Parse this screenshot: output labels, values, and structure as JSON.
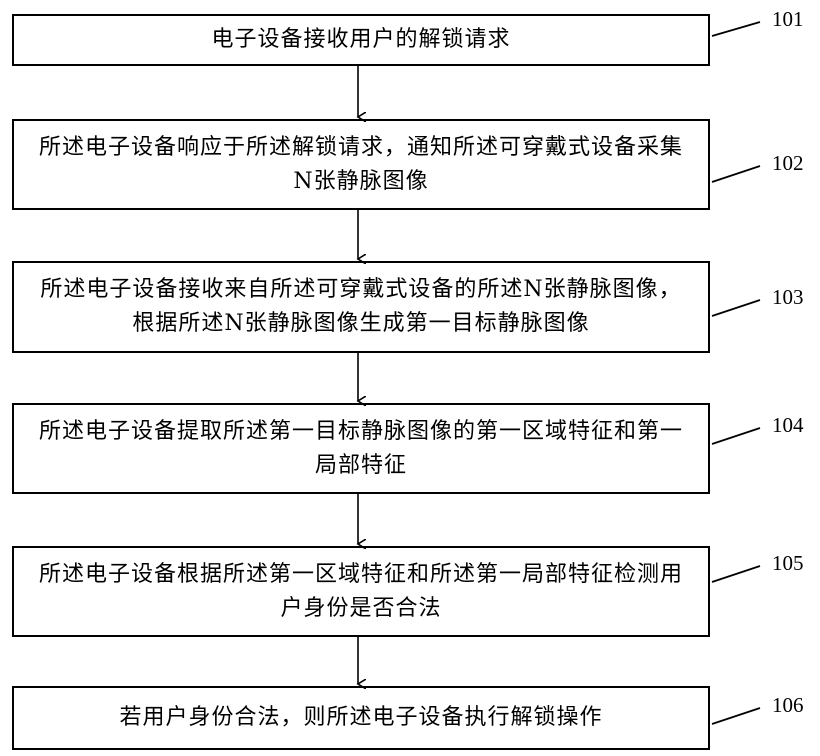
{
  "steps": [
    {
      "ref": "101",
      "text": "电子设备接收用户的解锁请求"
    },
    {
      "ref": "102",
      "text": "所述电子设备响应于所述解锁请求，通知所述可穿戴式设备采集N张静脉图像"
    },
    {
      "ref": "103",
      "text": "所述电子设备接收来自所述可穿戴式设备的所述N张静脉图像，根据所述N张静脉图像生成第一目标静脉图像"
    },
    {
      "ref": "104",
      "text": "所述电子设备提取所述第一目标静脉图像的第一区域特征和第一局部特征"
    },
    {
      "ref": "105",
      "text": "所述电子设备根据所述第一区域特征和所述第一局部特征检测用户身份是否合法"
    },
    {
      "ref": "106",
      "text": "若用户身份合法，则所述电子设备执行解锁操作"
    }
  ]
}
